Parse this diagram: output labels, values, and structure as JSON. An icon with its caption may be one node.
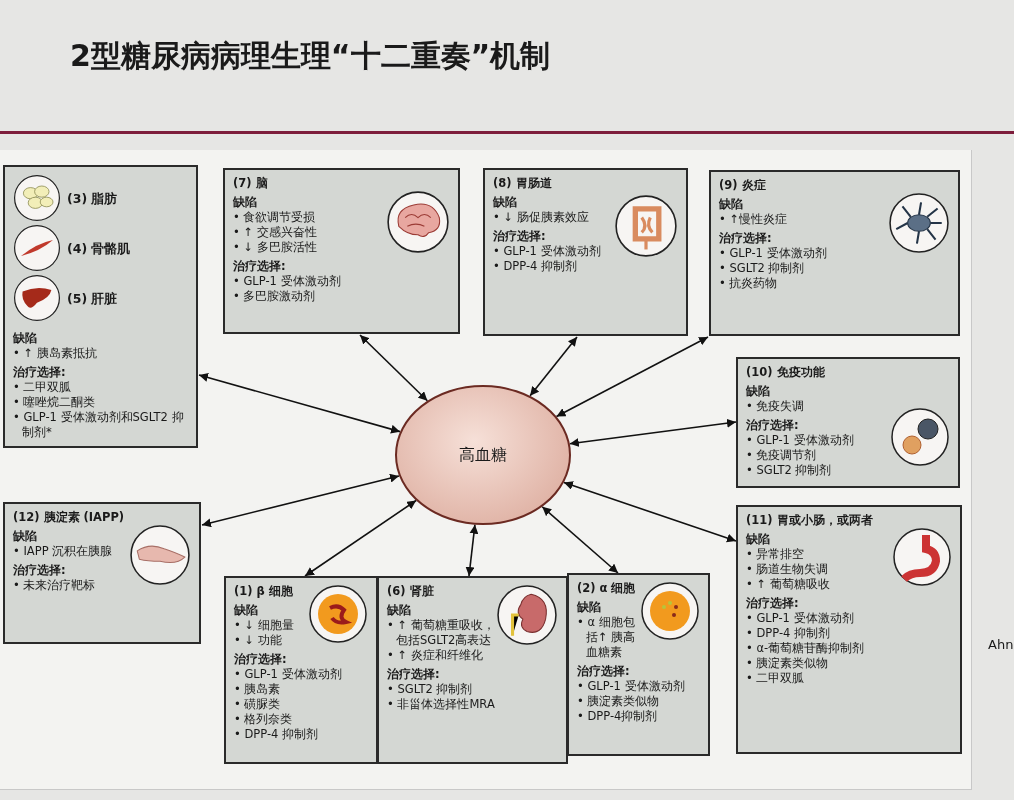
{
  "diagram": {
    "title": "2型糖尿病病理生理“十二重奏”机制",
    "nodes": [
      {
        "text": [
          "(3) 脂肪",
          "(4) 骨骼肌",
          "(5) 肝脏",
          "缺陷",
          "• ↑ 胰岛素抵抗",
          "治疗选择:",
          "• 二甲双胍",
          "• 噻唑烷二酮类",
          "• GLP-1 受体激动剂和SGLT2 抑制剂*"
        ]
      },
      {
        "text": [
          "(7) 脑",
          "缺陷",
          "• 食欲调节受损",
          "• ↑ 交感兴奋性",
          "• ↓ 多巴胺活性",
          "治疗选择:",
          "• GLP-1 受体激动剂",
          "• 多巴胺激动剂"
        ]
      },
      {
        "text": [
          "(8) 胃肠道",
          "缺陷",
          "• ↓ 肠促胰素效应",
          "治疗选择:",
          "• GLP-1 受体激动剂",
          "• DPP-4 抑制剂"
        ]
      },
      {
        "text": [
          "(9) 炎症",
          "缺陷",
          "• ↑慢性炎症",
          "治疗选择:",
          "• GLP-1 受体激动剂",
          "• SGLT2 抑制剂",
          "• 抗炎药物"
        ]
      },
      {
        "text": [
          "(10) 免疫功能",
          "缺陷",
          "• 免疫失调",
          "治疗选择:",
          "• GLP-1 受体激动剂",
          "• 免疫调节剂",
          "• SGLT2 抑制剂"
        ]
      },
      {
        "text": [
          "高血糖"
        ]
      },
      {
        "text": [
          "(12) 胰淀素 (IAPP)",
          "缺陷",
          "• IAPP 沉积在胰腺",
          "治疗选择:",
          "• 未来治疗靶标"
        ]
      },
      {
        "text": [
          "(11) 胃或小肠，或两者",
          "缺陷",
          "• 异常排空",
          "• 肠道生物失调",
          "• ↑ 葡萄糖吸收",
          "治疗选择:",
          "• GLP-1 受体激动剂",
          "• DPP-4 抑制剂",
          "• α-葡萄糖苷酶抑制剂",
          "• 胰淀素类似物",
          "• 二甲双胍"
        ]
      },
      {
        "text": [
          "(1) β 细胞",
          "缺陷",
          "• ↓ 细胞量",
          "• ↓ 功能",
          "治疗选择:",
          "• GLP-1 受体激动剂",
          "• 胰岛素",
          "• 磺脲类",
          "• 格列奈类",
          "• DPP-4 抑制剂"
        ]
      },
      {
        "text": [
          "(6) 肾脏",
          "缺陷",
          "• ↑ 葡萄糖重吸收，包括SGLT2高表达",
          "• ↑ 炎症和纤维化",
          "治疗选择:",
          "• SGLT2 抑制剂",
          "• 非甾体选择性MRA"
        ]
      },
      {
        "text": [
          "(2) α 细胞",
          "缺陷",
          "• α 细胞包括↑ 胰高血糖素",
          "治疗选择:",
          "• GLP-1 受体激动剂",
          "• 胰淀素类似物",
          "• DPP-4抑制剂"
        ]
      }
    ],
    "edges": [
      {
        "from": 5,
        "to": 0,
        "arrow": "both"
      },
      {
        "from": 5,
        "to": 1,
        "arrow": "both"
      },
      {
        "from": 5,
        "to": 2,
        "arrow": "both"
      },
      {
        "from": 5,
        "to": 3,
        "arrow": "both"
      },
      {
        "from": 5,
        "to": 4,
        "arrow": "both"
      },
      {
        "from": 5,
        "to": 6,
        "arrow": "both"
      },
      {
        "from": 5,
        "to": 7,
        "arrow": "both"
      },
      {
        "from": 5,
        "to": 8,
        "arrow": "both"
      },
      {
        "from": 5,
        "to": 9,
        "arrow": "both"
      },
      {
        "from": 5,
        "to": 10,
        "arrow": "both"
      }
    ],
    "labels": [
      "Ahn"
    ]
  }
}
